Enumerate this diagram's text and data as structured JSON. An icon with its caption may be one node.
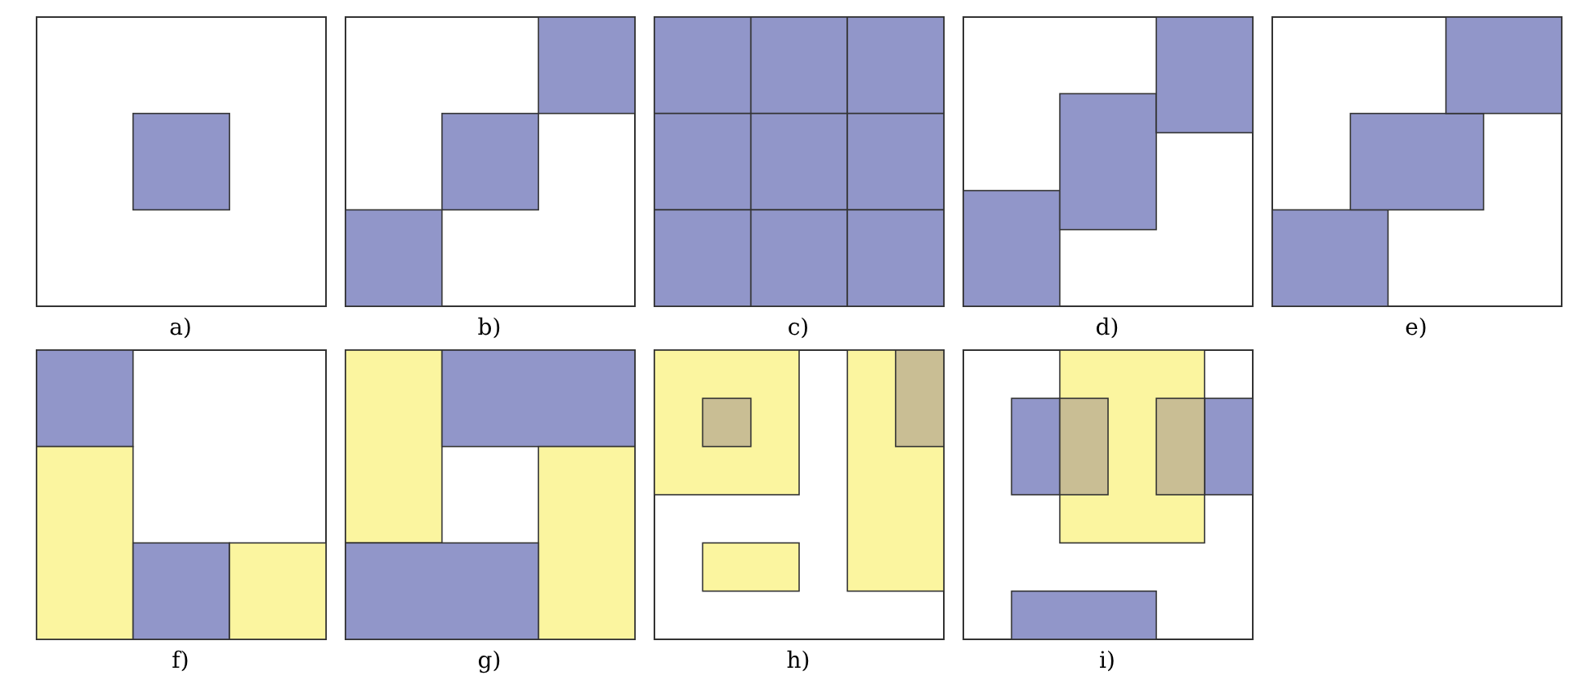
{
  "diagram": {
    "labels": [
      "a)",
      "b)",
      "c)",
      "d)",
      "e)",
      "f)",
      "g)",
      "h)",
      "i)"
    ]
  }
}
